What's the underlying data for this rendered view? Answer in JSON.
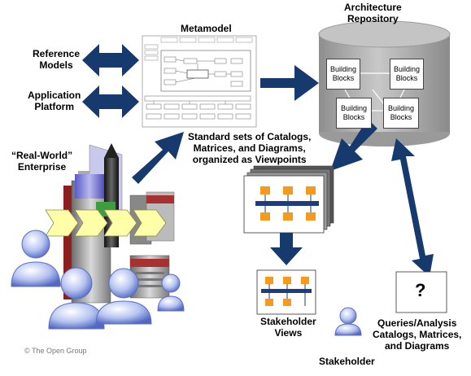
{
  "metamodel": {
    "title": "Metamodel"
  },
  "repository": {
    "title_line1": "Architecture",
    "title_line2": "Repository",
    "blocks": [
      {
        "line1": "Building",
        "line2": "Blocks"
      },
      {
        "line1": "Building",
        "line2": "Blocks"
      },
      {
        "line1": "Building",
        "line2": "Blocks"
      },
      {
        "line1": "Building",
        "line2": "Blocks"
      }
    ]
  },
  "inputs": {
    "reference_models": {
      "line1": "Reference",
      "line2": "Models"
    },
    "application_platform": {
      "line1": "Application",
      "line2": "Platform"
    }
  },
  "enterprise": {
    "line1": "“Real-World”",
    "line2": "Enterprise"
  },
  "standard_sets": {
    "line1": "Standard sets of Catalogs,",
    "line2": "Matrices, and Diagrams,",
    "line3": "organized as Viewpoints"
  },
  "stakeholder_views": {
    "line1": "Stakeholder",
    "line2": "Views"
  },
  "stakeholder": {
    "label": "Stakeholder"
  },
  "queries": {
    "symbol": "?",
    "line1": "Queries/Analysis",
    "line2": "Catalogs, Matrices,",
    "line3": "and Diagrams"
  },
  "copyright": "© The Open Group",
  "colors": {
    "arrow": "#173a6e",
    "cylinder": "#a6a6a6",
    "chevron": "#ffffa8",
    "view_orange": "#f59a1c",
    "view_bar": "#1e3d7d",
    "person": "#6e86d8"
  }
}
